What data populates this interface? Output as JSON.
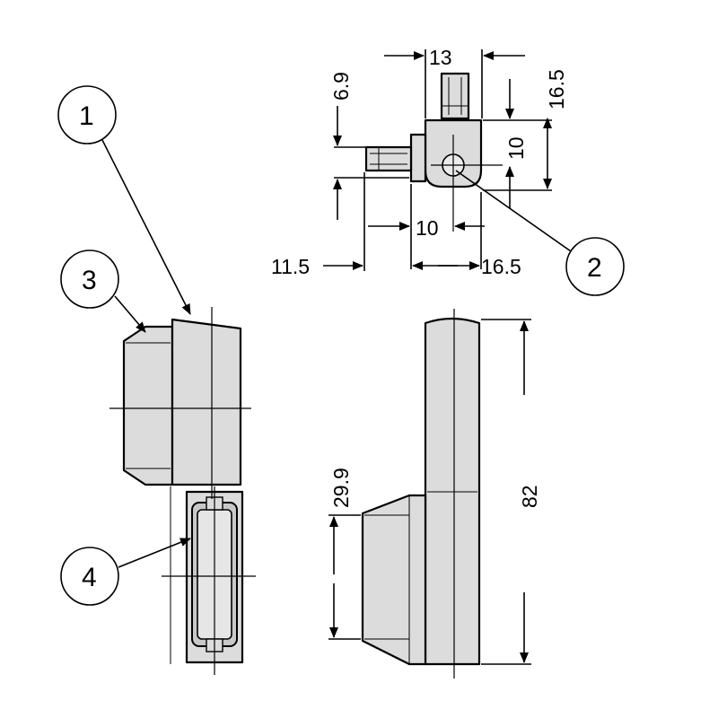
{
  "callouts": {
    "c1": "1",
    "c2": "2",
    "c3": "3",
    "c4": "4"
  },
  "dimensions": {
    "top_width": "13",
    "side_height": "16.5",
    "pin_offset": "6.9",
    "inner_height": "10",
    "inner_width": "10",
    "left_offset": "11.5",
    "right_width": "16.5",
    "mount_height": "29.9",
    "total_height": "82"
  },
  "colors": {
    "part_fill": "#dcdcdc",
    "line": "#000000",
    "background": "#ffffff"
  }
}
